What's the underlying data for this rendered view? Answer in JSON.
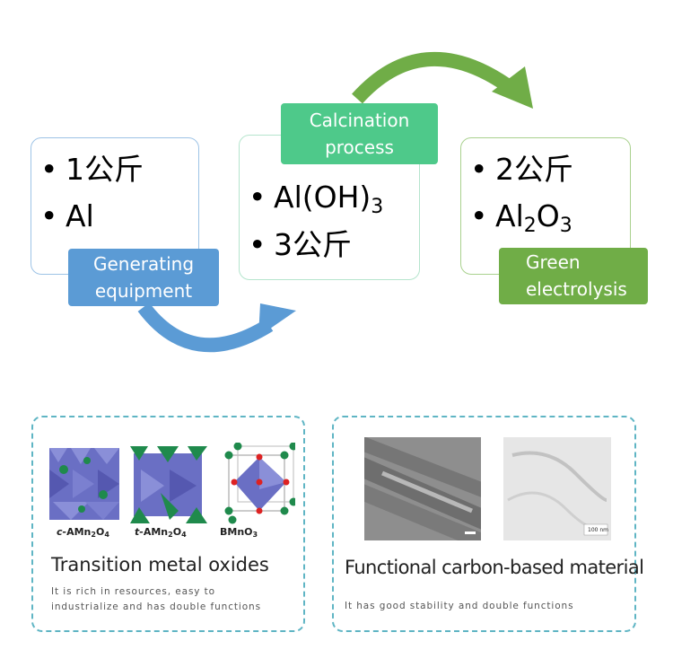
{
  "process": {
    "input": {
      "amount": "1公斤",
      "material": "Al",
      "label_line1": "Generating",
      "label_line2": "equipment"
    },
    "middle": {
      "material": "Al(OH)",
      "material_sub": "3",
      "amount": "3公斤",
      "label_line1": "Calcination",
      "label_line2": "process"
    },
    "output": {
      "amount": "2公斤",
      "material_a": "Al",
      "sub_a": "2",
      "material_b": "O",
      "sub_b": "3",
      "label_line1": "Green",
      "label_line2": "electrolysis"
    }
  },
  "materials": {
    "oxides": {
      "title": "Transition metal oxides",
      "desc_line1": "It is rich in resources, easy to",
      "desc_line2": "industrialize and has double functions",
      "captions": [
        {
          "prefix": "c-",
          "base": "AMn",
          "sub1": "2",
          "mid": "O",
          "sub2": "4"
        },
        {
          "prefix": "t-",
          "base": "AMn",
          "sub1": "2",
          "mid": "O",
          "sub2": "4"
        },
        {
          "prefix": "",
          "base": "BMnO",
          "sub1": "3",
          "mid": "",
          "sub2": ""
        }
      ]
    },
    "carbon": {
      "title": "Functional carbon-based material",
      "desc": "It has good stability and double functions",
      "scale_label": "100 nm"
    }
  },
  "colors": {
    "blue": "#5b9bd5",
    "teal": "#4ec98a",
    "green": "#70ad47",
    "dashed_border": "#5fb5c4"
  }
}
